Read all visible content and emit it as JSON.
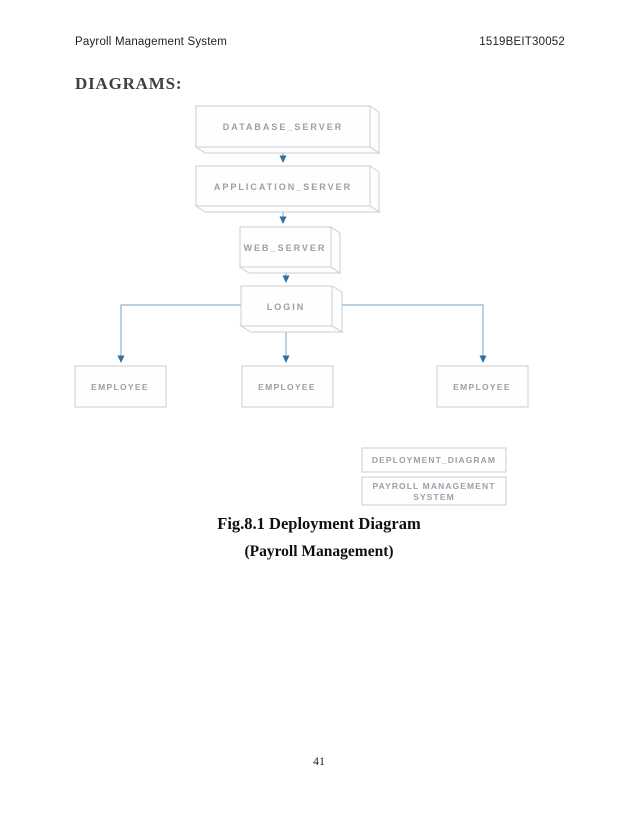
{
  "theme": {
    "page_bg": "#ffffff",
    "line": "#8fb4cd",
    "arrow": "#336f9e",
    "box_border": "#c9ced4",
    "box_fill": "#fefefe",
    "node_text": "#98a0a8",
    "legend_text": "#9aa1a9",
    "heading_text": "#3d4147",
    "body_text": "#1f1f1f",
    "caption_text": "#101010"
  },
  "header": {
    "left": "Payroll Management System",
    "right": "1519BEIT30052"
  },
  "section_title": "DIAGRAMS:",
  "diagram": {
    "type": "uml-deployment-diagram",
    "nodes": [
      {
        "id": "database-server",
        "label": "DATABASE_SERVER",
        "shape": "node3d"
      },
      {
        "id": "application-server",
        "label": "APPLICATION_SERVER",
        "shape": "node3d"
      },
      {
        "id": "web-server",
        "label": "WEB_SERVER",
        "shape": "node3d"
      },
      {
        "id": "login",
        "label": "LOGIN",
        "shape": "node3d"
      },
      {
        "id": "employee-left",
        "label": "EMPLOYEE",
        "shape": "rect"
      },
      {
        "id": "employee-center",
        "label": "EMPLOYEE",
        "shape": "rect"
      },
      {
        "id": "employee-right",
        "label": "EMPLOYEE",
        "shape": "rect"
      }
    ],
    "edges": [
      {
        "from": "database-server",
        "to": "application-server"
      },
      {
        "from": "application-server",
        "to": "web-server"
      },
      {
        "from": "web-server",
        "to": "login"
      },
      {
        "from": "login",
        "to": "employee-left"
      },
      {
        "from": "login",
        "to": "employee-center"
      },
      {
        "from": "login",
        "to": "employee-right"
      }
    ],
    "legend": [
      {
        "label": "DEPLOYMENT_DIAGRAM"
      },
      {
        "label": "PAYROLL MANAGEMENT SYSTEM",
        "line1": "PAYROLL MANAGEMENT",
        "line2": "SYSTEM"
      }
    ]
  },
  "caption": {
    "line1": "Fig.8.1 Deployment Diagram",
    "line2": "(Payroll Management)"
  },
  "footer": {
    "page_number": "41"
  }
}
